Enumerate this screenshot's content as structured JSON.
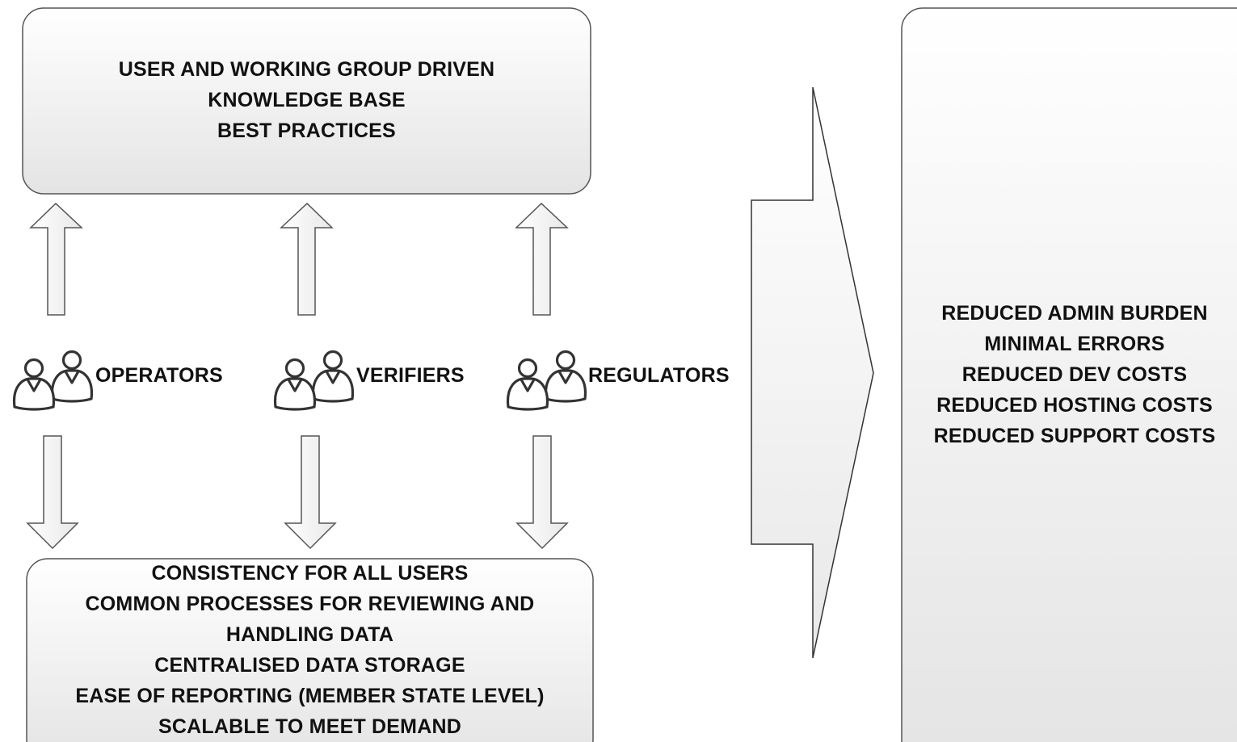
{
  "top_box": {
    "lines": [
      "USER AND WORKING GROUP DRIVEN",
      "KNOWLEDGE BASE",
      "BEST PRACTICES"
    ]
  },
  "groups": [
    {
      "label": "OPERATORS",
      "icon": "people-icon"
    },
    {
      "label": "VERIFIERS",
      "icon": "people-icon"
    },
    {
      "label": "REGULATORS",
      "icon": "people-icon"
    }
  ],
  "bottom_box": {
    "lines": [
      "CONSISTENCY FOR ALL USERS",
      "COMMON PROCESSES FOR REVIEWING AND",
      "HANDLING DATA",
      "CENTRALISED DATA STORAGE",
      "EASE OF REPORTING (MEMBER STATE LEVEL)",
      "SCALABLE TO MEET DEMAND"
    ]
  },
  "benefits_box": {
    "lines": [
      "REDUCED ADMIN BURDEN",
      "MINIMAL ERRORS",
      "REDUCED DEV COSTS",
      "REDUCED HOSTING COSTS",
      "REDUCED SUPPORT COSTS"
    ]
  },
  "colors": {
    "stroke": "#555555",
    "fill_light": "#fafafa",
    "fill_dark": "#e6e6e6",
    "icon": "#333333"
  }
}
